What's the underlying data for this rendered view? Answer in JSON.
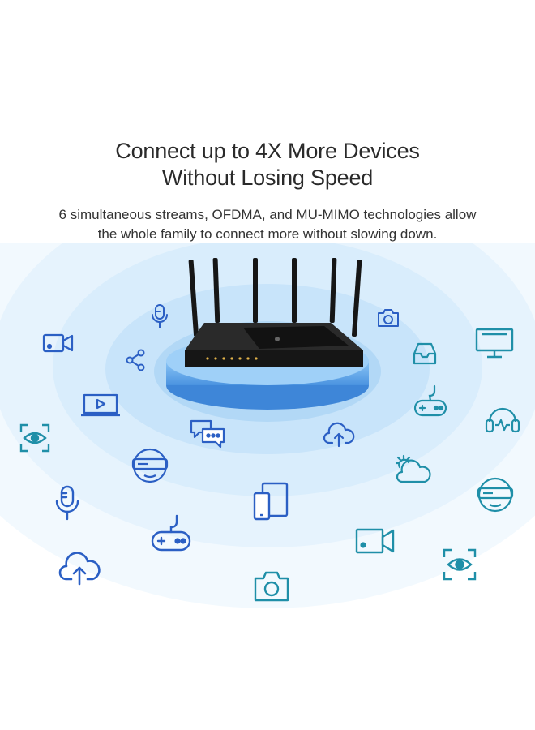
{
  "heading": {
    "line1": "Connect up to 4X More Devices",
    "line2": "Without Losing Speed"
  },
  "description": {
    "line1": "6 simultaneous streams, OFDMA, and MU-MIMO technologies allow",
    "line2": "the whole family to connect more without slowing down."
  },
  "colors": {
    "icon_blue": "#2b5fc4",
    "icon_teal": "#1f8fa8",
    "ring_outer": "#eef7fd",
    "ring_mid": "#d6ecfb",
    "ring_inner": "#b9dcf7",
    "router_pad": "#6fb3f0",
    "router_body": "#1b1b1b"
  },
  "icons": [
    "security-camera-icon",
    "microphone-icon",
    "photo-camera-icon",
    "monitor-icon",
    "share-icon",
    "inbox-tray-icon",
    "video-player-icon",
    "game-controller-icon",
    "headset-icon",
    "eye-scan-icon",
    "chat-bubbles-icon",
    "cloud-upload-icon",
    "vr-headset-icon",
    "weather-icon",
    "microphone-icon",
    "tablet-phone-icon",
    "vr-headset-icon",
    "game-controller-icon",
    "video-camera-icon",
    "eye-scan-icon",
    "cloud-upload-icon",
    "photo-camera-icon"
  ]
}
